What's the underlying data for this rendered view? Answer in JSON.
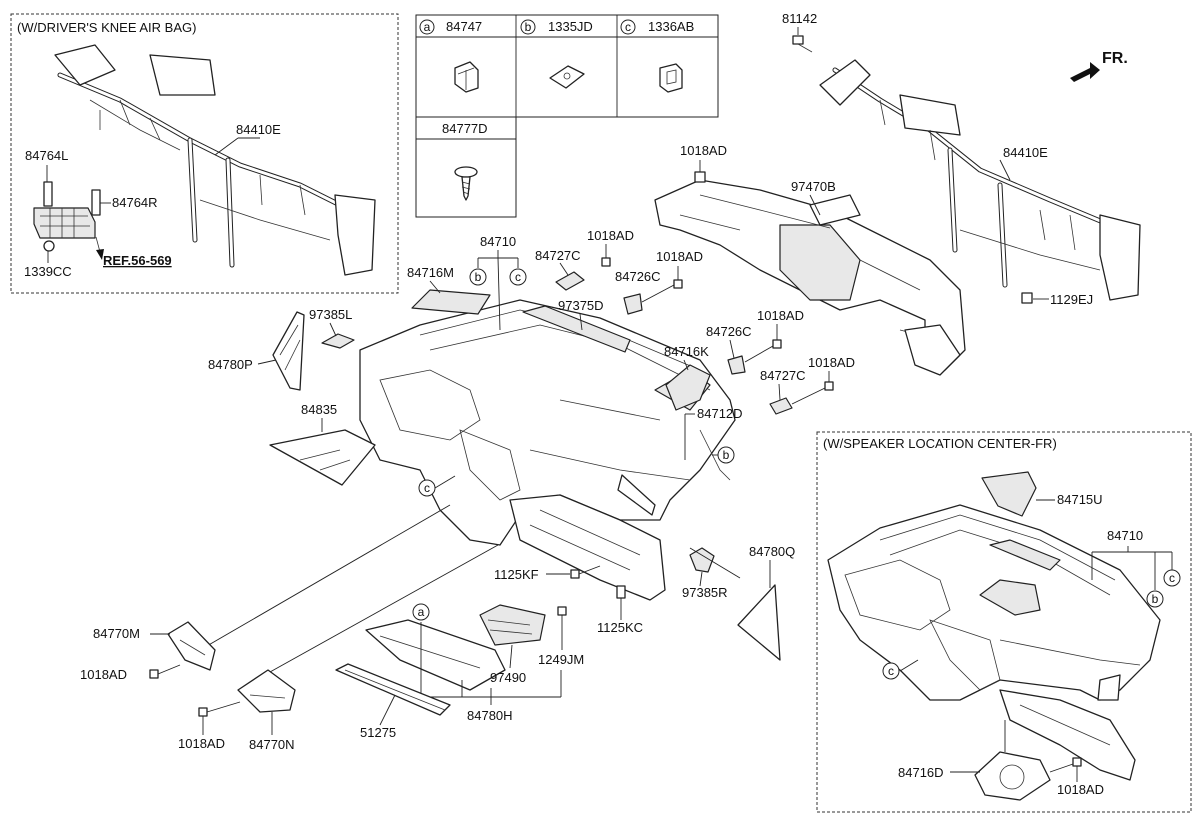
{
  "insets": {
    "knee_airbag_title": "(W/DRIVER'S KNEE AIR BAG)",
    "speaker_title": "(W/SPEAKER LOCATION CENTER-FR)"
  },
  "legend": {
    "a_key": "a",
    "a_part": "84747",
    "b_key": "b",
    "b_part": "1335JD",
    "c_key": "c",
    "c_part": "1336AB",
    "d_part": "84777D"
  },
  "orientation": {
    "label": "FR."
  },
  "reference": "REF.56-569",
  "labels": {
    "l84410E_left": "84410E",
    "l84764L": "84764L",
    "l84764R": "84764R",
    "l1339CC": "1339CC",
    "l81142": "81142",
    "l84410E_right": "84410E",
    "l1129EJ": "1129EJ",
    "l1018AD_a": "1018AD",
    "l97470B": "97470B",
    "l84710_main": "84710",
    "l84716M": "84716M",
    "l84727C_a": "84727C",
    "l1018AD_b": "1018AD",
    "l1018AD_c": "1018AD",
    "l84726C_a": "84726C",
    "l97385L": "97385L",
    "l97375D": "97375D",
    "l84780P": "84780P",
    "l84726C_b": "84726C",
    "l1018AD_d": "1018AD",
    "l84716K": "84716K",
    "l1018AD_e": "1018AD",
    "l84727C_b": "84727C",
    "l84835": "84835",
    "l84712D": "84712D",
    "l84780Q": "84780Q",
    "l1125KF": "1125KF",
    "l97385R": "97385R",
    "l1125KC": "1125KC",
    "l84770M": "84770M",
    "l1018AD_f": "1018AD",
    "l1249JM": "1249JM",
    "l97490": "97490",
    "l84780H": "84780H",
    "l1018AD_g": "1018AD",
    "l84770N": "84770N",
    "l51275": "51275",
    "l84715U": "84715U",
    "l84710_inset": "84710",
    "l84716D": "84716D",
    "l1018AD_h": "1018AD"
  },
  "callouts": {
    "b_main_top": "b",
    "c_main_top": "c",
    "b_main_right": "b",
    "c_main_left": "c",
    "a_glovebox": "a",
    "c_inset_top": "c",
    "b_inset": "b",
    "c_inset_left": "c"
  }
}
